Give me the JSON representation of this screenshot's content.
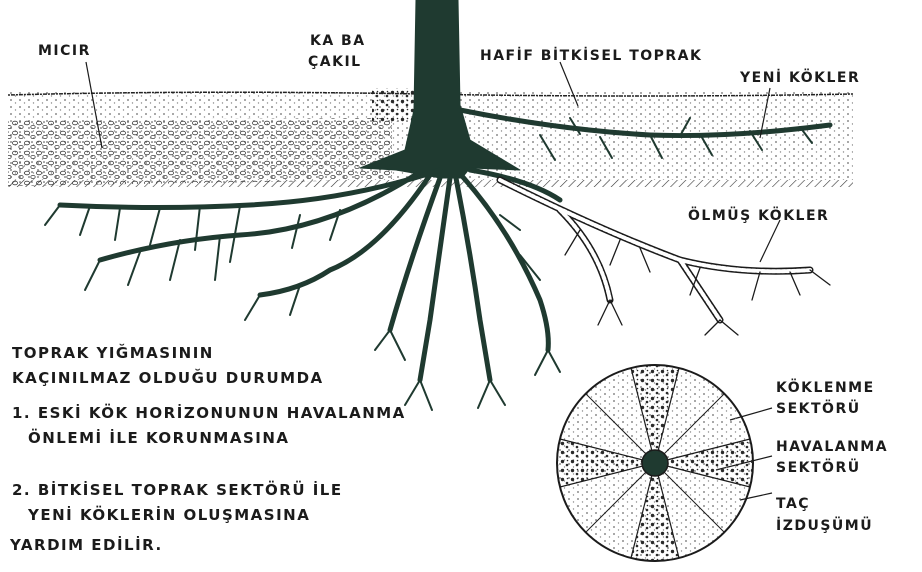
{
  "labels": {
    "micir": "MICIR",
    "kaba_cakil_1": "KA BA",
    "kaba_cakil_2": "ÇAKIL",
    "hafif_toprak": "HAFİF BİTKİSEL TOPRAK",
    "yeni_kokler": "YENİ KÖKLER",
    "olmus_kokler": "ÖLMÜŞ KÖKLER"
  },
  "instructions": {
    "heading_line1": "TOPRAK YIĞMASININ",
    "heading_line2": "KAÇINILMAZ OLDUĞU DURUMDA",
    "item1_line1": "1. ESKİ KÖK HORİZONUNUN HAVALANMA",
    "item1_line2": "ÖNLEMİ İLE KORUNMASINA",
    "item2_line1": "2. BİTKİSEL TOPRAK SEKTÖRÜ İLE",
    "item2_line2": "YENİ KÖKLERİN OLUŞMASINA",
    "item2_line3": "YARDIM EDİLİR."
  },
  "legend": {
    "koklenme_1": "KÖKLENME",
    "koklenme_2": "SEKTÖRÜ",
    "havalanma_1": "HAVALANMA",
    "havalanma_2": "SEKTÖRÜ",
    "tac_1": "TAÇ",
    "tac_2": "İZDUŞÜMÜ"
  },
  "colors": {
    "ink": "#1b1b1b",
    "root_fill": "#1f3a30",
    "soil_dots": "#6b6b6b",
    "dead_root": "#ffffff"
  }
}
